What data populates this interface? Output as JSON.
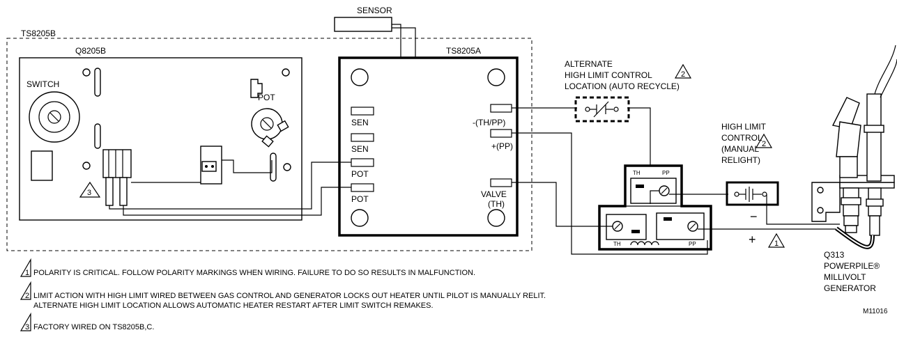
{
  "components": {
    "ts8205b": "TS8205B",
    "q8205b": "Q8205B",
    "ts8205a": "TS8205A",
    "sensor": "SENSOR",
    "switch": "SWITCH",
    "pot": "POT"
  },
  "ts8205a_terminals": {
    "sen1": "SEN",
    "sen2": "SEN",
    "pot1": "POT",
    "pot2": "POT",
    "th_pp_neg": "-(TH/PP)",
    "pp_pos": "+(PP)",
    "valve": "VALVE",
    "valve_th": "(TH)"
  },
  "gas_control": {
    "th_top": "TH",
    "pp_top": "PP",
    "th_bottom": "TH",
    "pp_bottom": "PP"
  },
  "alternate_limit": {
    "line1": "ALTERNATE",
    "line2": "HIGH LIMIT CONTROL",
    "line3": "LOCATION  (AUTO RECYCLE)",
    "ref": "2"
  },
  "high_limit": {
    "line1": "HIGH LIMIT",
    "line2": "CONTROL",
    "line3": "(MANUAL",
    "line4": "RELIGHT)",
    "ref": "2"
  },
  "polarity": {
    "minus": "−",
    "plus": "+",
    "ref": "1"
  },
  "generator": {
    "line1": "Q313",
    "line2": "POWERPILE®",
    "line3": "MILLIVOLT",
    "line4": "GENERATOR"
  },
  "factory_ref": "3",
  "notes": [
    {
      "num": "1",
      "text": "POLARITY IS CRITICAL. FOLLOW POLARITY MARKINGS WHEN WIRING.  FAILURE TO DO SO RESULTS IN MALFUNCTION."
    },
    {
      "num": "2",
      "text": "LIMIT ACTION WITH HIGH LIMIT WIRED BETWEEN GAS CONTROL AND GENERATOR LOCKS OUT HEATER UNTIL PILOT IS MANUALLY RELIT.",
      "text2": "ALTERNATE HIGH LIMIT LOCATION ALLOWS AUTOMATIC HEATER RESTART AFTER LIMIT SWITCH REMAKES."
    },
    {
      "num": "3",
      "text": "FACTORY WIRED ON TS8205B,C."
    }
  ],
  "figure_code": "M11016"
}
